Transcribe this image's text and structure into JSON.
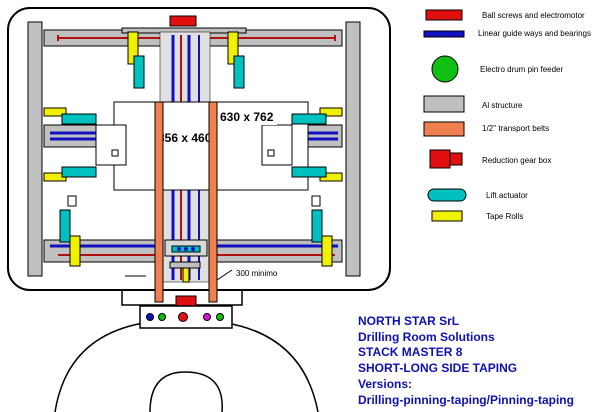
{
  "diagram": {
    "dimension_labels": {
      "outer_format": "630 x 762",
      "inner_format": "356 x 460",
      "min_distance": "300 minimo"
    }
  },
  "legend": {
    "items": [
      {
        "label": "Ball screws and electromotor",
        "icon": "red-bar",
        "color": "#e01010"
      },
      {
        "label": "Linear guide ways and bearings",
        "icon": "blue-bar",
        "color": "#1010c0"
      },
      {
        "label": "Electro drum pin feeder",
        "icon": "green-circle",
        "color": "#10c010"
      },
      {
        "label": "Al structure",
        "icon": "gray-bar",
        "color": "#c0c0c0"
      },
      {
        "label": "1/2'' transport belts",
        "icon": "orange-bar",
        "color": "#f08050"
      },
      {
        "label": "Reduction gear box",
        "icon": "red-gearbox",
        "color": "#e01010"
      },
      {
        "label": "Lift actuator",
        "icon": "cyan-capsule",
        "color": "#00c0c0"
      },
      {
        "label": "Tape Rolls",
        "icon": "yellow-bar",
        "color": "#f0f000"
      }
    ]
  },
  "info": {
    "company": "NORTH STAR SrL",
    "division": "Drilling Room Solutions",
    "model": "STACK MASTER 8",
    "description": "SHORT-LONG SIDE TAPING",
    "versions_label": "Versions:",
    "versions": "Drilling-pinning-taping/Pinning-taping"
  }
}
